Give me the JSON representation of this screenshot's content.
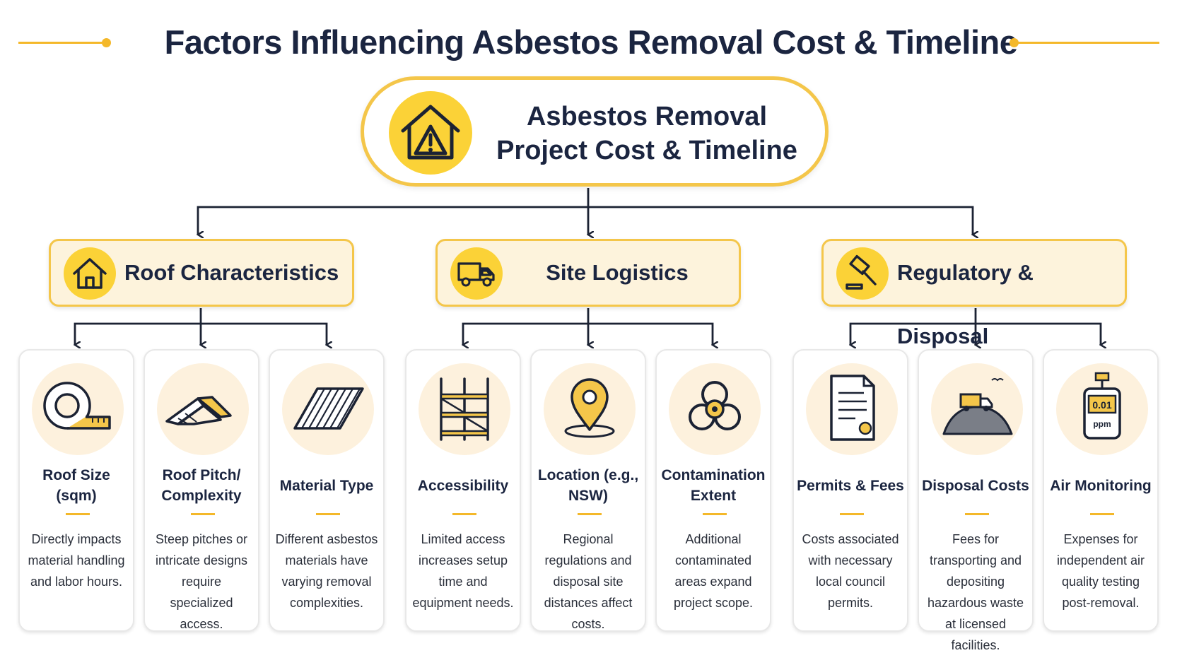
{
  "title": "Factors Influencing Asbestos Removal Cost & Timeline",
  "root": {
    "line1": "Asbestos Removal",
    "line2": "Project Cost & Timeline",
    "icon": "house-warning-icon"
  },
  "colors": {
    "accent": "#f4b82a",
    "icon_fill": "#fbd237",
    "category_bg": "#fdf3dc",
    "card_circle_bg": "#fdf1dd",
    "text_dark": "#1b2540",
    "connector": "#1b2233"
  },
  "categories": [
    {
      "label": "Roof Characteristics",
      "icon": "house-icon",
      "factors": [
        {
          "title": "Roof Size (sqm)",
          "icon": "tape-measure-icon",
          "desc": "Directly impacts material handling and labor hours."
        },
        {
          "title": "Roof Pitch/ Complexity",
          "icon": "roof-pitch-icon",
          "desc": "Steep pitches or intricate designs require specialized access."
        },
        {
          "title": "Material Type",
          "icon": "corrugated-sheet-icon",
          "desc": "Different asbestos materials have varying removal complexities."
        }
      ]
    },
    {
      "label": "Site Logistics",
      "icon": "truck-icon",
      "factors": [
        {
          "title": "Accessibility",
          "icon": "scaffolding-icon",
          "desc": "Limited access increases setup time and equipment needs."
        },
        {
          "title": "Location (e.g., NSW)",
          "icon": "location-pin-icon",
          "desc": "Regional regulations and disposal site distances affect costs."
        },
        {
          "title": "Contamination Extent",
          "icon": "biohazard-icon",
          "desc": "Additional contaminated areas expand project scope."
        }
      ]
    },
    {
      "label": "Regulatory & Disposal",
      "icon": "gavel-icon",
      "factors": [
        {
          "title": "Permits & Fees",
          "icon": "permit-document-icon",
          "desc": "Costs associated with necessary local council permits."
        },
        {
          "title": "Disposal Costs",
          "icon": "disposal-truck-icon",
          "desc": "Fees for transporting and depositing hazardous waste at licensed facilities."
        },
        {
          "title": "Air Monitoring",
          "icon": "air-monitor-icon",
          "desc": "Expenses for independent air quality testing post-removal.",
          "readout": "0.01",
          "unit": "ppm"
        }
      ]
    }
  ]
}
